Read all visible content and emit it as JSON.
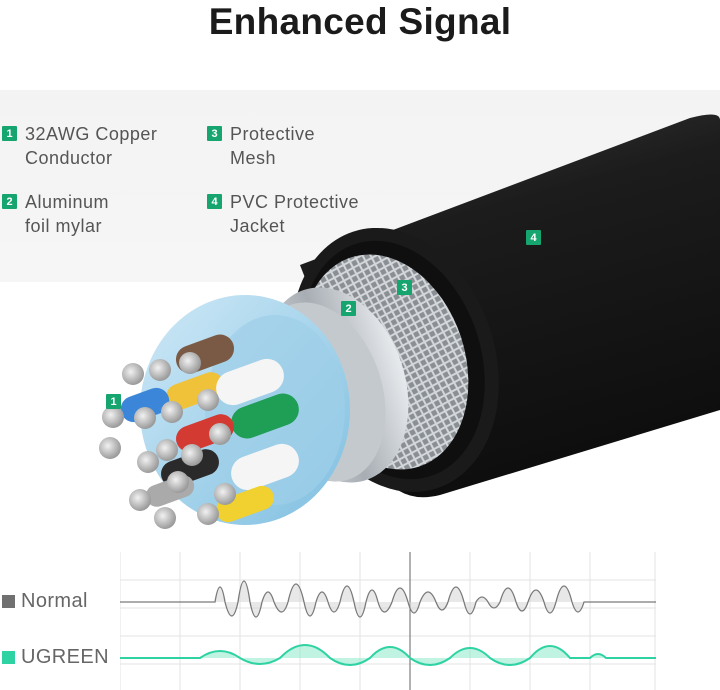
{
  "header": {
    "title": "Enhanced Signal"
  },
  "legend": {
    "items": [
      {
        "num": "1",
        "text": "32AWG Copper\nConductor"
      },
      {
        "num": "3",
        "text": "Protective\nMesh"
      },
      {
        "num": "2",
        "text": "Aluminum\nfoil mylar"
      },
      {
        "num": "4",
        "text": "PVC Protective\nJacket"
      }
    ]
  },
  "callouts": {
    "c1": "1",
    "c2": "2",
    "c3": "3",
    "c4": "4"
  },
  "signal": {
    "normal_label": "Normal",
    "ugreen_label": "UGREEN",
    "normal_color": "#707070",
    "ugreen_color": "#2fd3a3"
  },
  "colors": {
    "accent": "#16a56f",
    "jacket": "#1e1e1e"
  }
}
